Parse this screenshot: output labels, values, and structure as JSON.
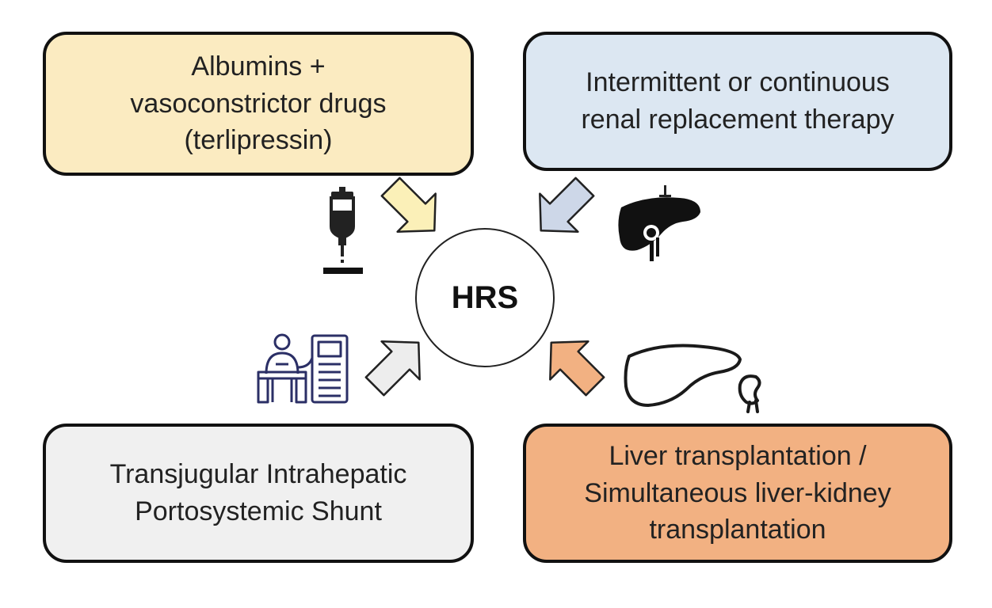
{
  "center": {
    "label": "HRS"
  },
  "boxes": {
    "top_left": {
      "lines": [
        "Albumins +",
        "vasoconstrictor drugs",
        "(terlipressin)"
      ],
      "color": "#FBEBC1"
    },
    "top_right": {
      "lines": [
        "Intermittent or continuous",
        "renal replacement therapy"
      ],
      "color": "#DCE7F2"
    },
    "bottom_left": {
      "lines": [
        "Transjugular Intrahepatic",
        "Portosystemic Shunt"
      ],
      "color": "#F0F0F0"
    },
    "bottom_right": {
      "lines": [
        "Liver transplantation /",
        "Simultaneous liver-kidney",
        "transplantation"
      ],
      "color": "#F2B182"
    }
  },
  "arrows": {
    "top_left": {
      "color": "#FBF0B8"
    },
    "top_right": {
      "color": "#CDD7E8"
    },
    "bottom_left": {
      "color": "#EDEDED"
    },
    "bottom_right": {
      "color": "#F2B182"
    }
  },
  "icons": {
    "top_left": "iv-drip-icon",
    "top_right": "liver-icon",
    "bottom_left": "dialysis-icon",
    "bottom_right": "liver-kidney-icon"
  }
}
